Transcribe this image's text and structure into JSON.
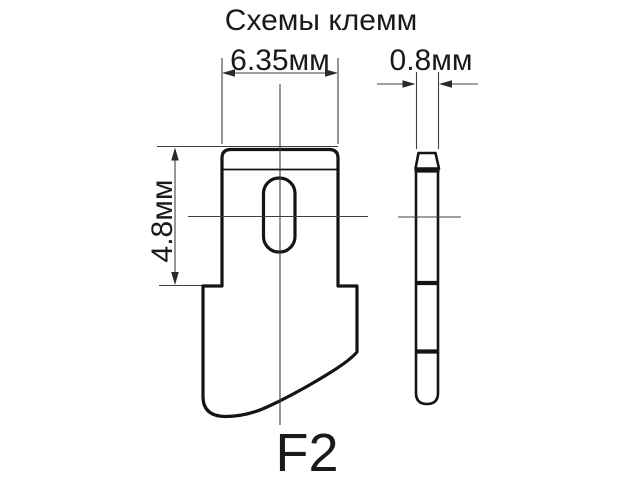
{
  "page": {
    "title": "Схемы клемм",
    "background_color": "#ffffff",
    "outline_color": "#141414",
    "thin_line_color": "#3f3f3f",
    "text_color": "#1a1a1a"
  },
  "views": {
    "front": {
      "width_label": "6.35мм",
      "height_label": "4.8мм"
    },
    "side": {
      "thickness_label": "0.8мм"
    }
  },
  "terminal": {
    "type_label": "F2"
  }
}
